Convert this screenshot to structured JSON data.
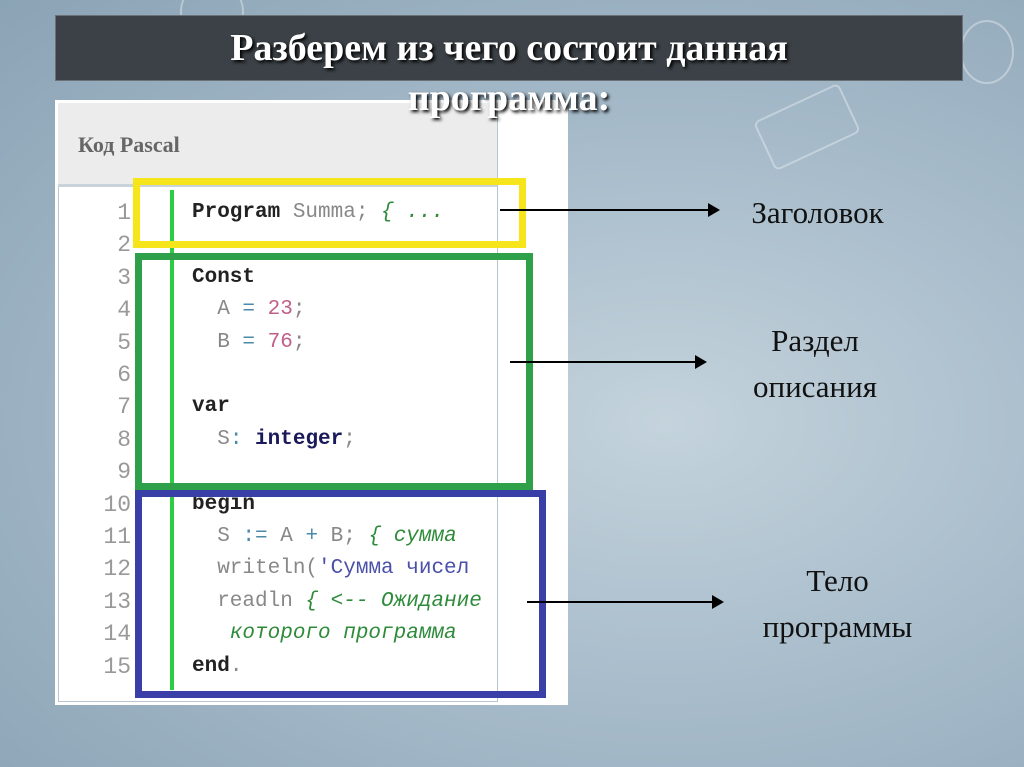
{
  "title": {
    "line1": "Разберем из чего состоит данная",
    "line2": "программа:"
  },
  "code_panel": {
    "header": "Код Pascal",
    "line_numbers": [
      "1",
      "2",
      "3",
      "4",
      "5",
      "6",
      "7",
      "8",
      "9",
      "10",
      "11",
      "12",
      "13",
      "14",
      "15"
    ],
    "lines": [
      [
        {
          "t": "kw",
          "v": "Program"
        },
        {
          "t": "id",
          "v": " Summa; "
        },
        {
          "t": "cm",
          "v": "{ ..."
        }
      ],
      [],
      [
        {
          "t": "kw",
          "v": "Const"
        }
      ],
      [
        {
          "t": "id",
          "v": "  A "
        },
        {
          "t": "op",
          "v": "="
        },
        {
          "t": "id",
          "v": " "
        },
        {
          "t": "num",
          "v": "23"
        },
        {
          "t": "id",
          "v": ";"
        }
      ],
      [
        {
          "t": "id",
          "v": "  B "
        },
        {
          "t": "op",
          "v": "="
        },
        {
          "t": "id",
          "v": " "
        },
        {
          "t": "num",
          "v": "76"
        },
        {
          "t": "id",
          "v": ";"
        }
      ],
      [],
      [
        {
          "t": "kw",
          "v": "var"
        }
      ],
      [
        {
          "t": "id",
          "v": "  S"
        },
        {
          "t": "op",
          "v": ":"
        },
        {
          "t": "id",
          "v": " "
        },
        {
          "t": "ty",
          "v": "integer"
        },
        {
          "t": "id",
          "v": ";"
        }
      ],
      [],
      [
        {
          "t": "kw",
          "v": "begin"
        }
      ],
      [
        {
          "t": "id",
          "v": "  S "
        },
        {
          "t": "op",
          "v": ":="
        },
        {
          "t": "id",
          "v": " A "
        },
        {
          "t": "op",
          "v": "+"
        },
        {
          "t": "id",
          "v": " B; "
        },
        {
          "t": "cm",
          "v": "{ сумма"
        }
      ],
      [
        {
          "t": "id",
          "v": "  writeln("
        },
        {
          "t": "str",
          "v": "'Сумма чисел"
        }
      ],
      [
        {
          "t": "id",
          "v": "  readln "
        },
        {
          "t": "cm",
          "v": "{ <-- Ожидание"
        }
      ],
      [
        {
          "t": "cm",
          "v": "   которого программа"
        }
      ],
      [
        {
          "t": "kw",
          "v": "end"
        },
        {
          "t": "id",
          "v": "."
        }
      ]
    ]
  },
  "sections": [
    {
      "label": "Заголовок",
      "color": "#f5e51a"
    },
    {
      "label_lines": [
        "Раздел",
        "описания"
      ],
      "color": "#2ea04a"
    },
    {
      "label_lines": [
        "Тело",
        "программы"
      ],
      "color": "#3a3fa8"
    }
  ]
}
